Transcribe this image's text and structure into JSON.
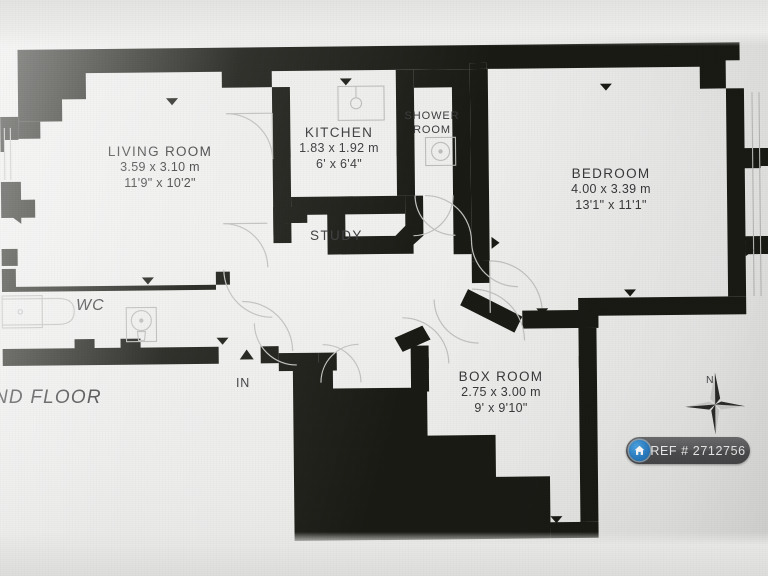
{
  "document": {
    "type": "floor-plan",
    "floor_label": "ND FLOOR",
    "entrance_label": "IN",
    "north_label": "N"
  },
  "rooms": [
    {
      "name": "LIVING ROOM",
      "metric": "3.59 x 3.10 m",
      "imperial": "11'9\" x 10'2\""
    },
    {
      "name": "KITCHEN",
      "metric": "1.83 x 1.92 m",
      "imperial": "6' x 6'4\""
    },
    {
      "name": "SHOWER",
      "name2": "ROOM",
      "metric": "",
      "imperial": ""
    },
    {
      "name": "BEDROOM",
      "metric": "4.00 x 3.39 m",
      "imperial": "13'1\" x 11'1\""
    },
    {
      "name": "STUDY",
      "metric": "",
      "imperial": ""
    },
    {
      "name": "WC",
      "metric": "",
      "imperial": ""
    },
    {
      "name": "BOX ROOM",
      "metric": "2.75 x 3.00 m",
      "imperial": "9' x 9'10\""
    }
  ],
  "badge": {
    "ref_text": "REF # 2712756",
    "icon": "home-icon",
    "icon_color": "#2b7fc4",
    "background_color": "#55555a"
  },
  "colors": {
    "wall": "#1b1b16",
    "paper": "#ecebe9",
    "text": "#3a3a3c",
    "fixture_line": "#b8b8b6"
  }
}
